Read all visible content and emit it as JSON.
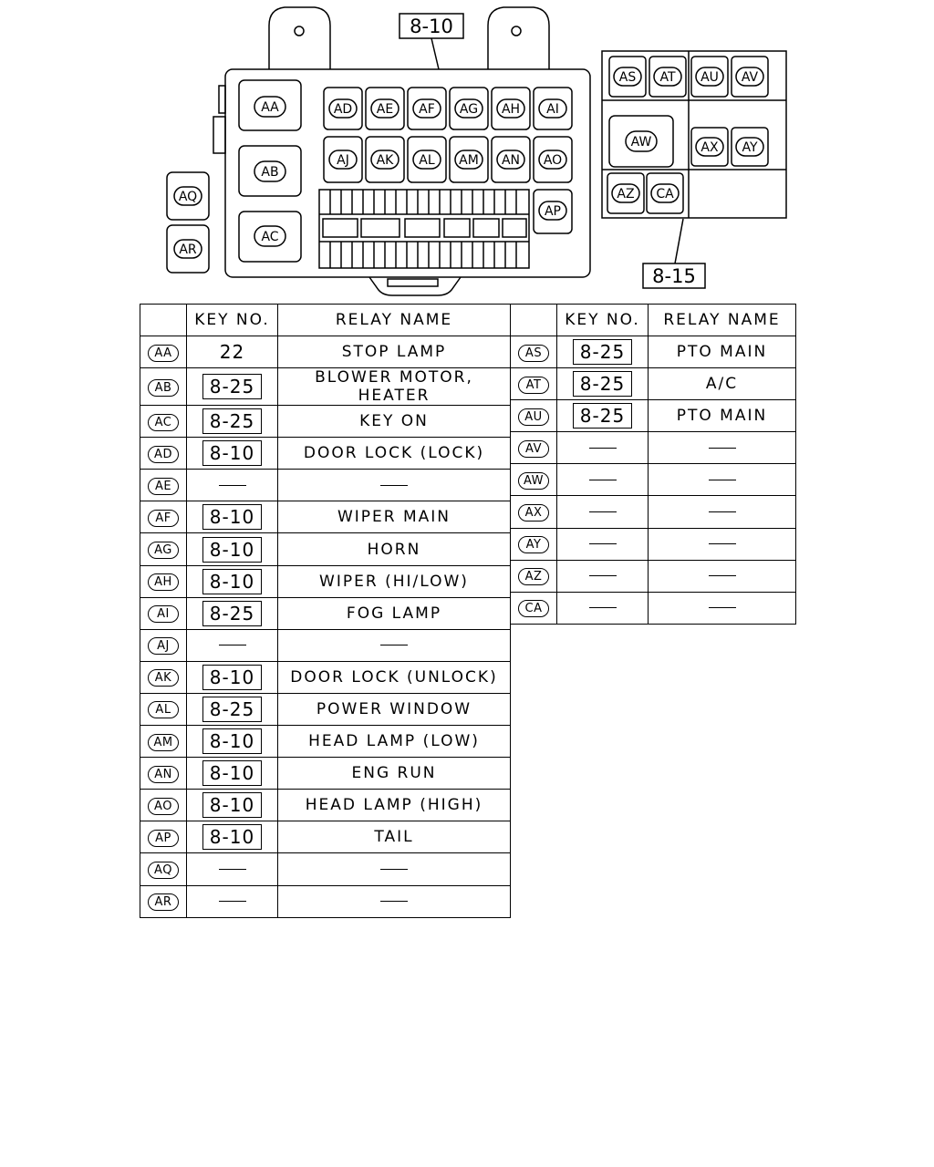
{
  "callouts": {
    "main_box_ref": "8-10",
    "sub_box_ref": "8-15"
  },
  "main_box_labels": [
    "AA",
    "AB",
    "AC",
    "AD",
    "AE",
    "AF",
    "AG",
    "AH",
    "AI",
    "AJ",
    "AK",
    "AL",
    "AM",
    "AN",
    "AO",
    "AP",
    "AQ",
    "AR"
  ],
  "sub_box_labels": [
    "AS",
    "AT",
    "AU",
    "AV",
    "AW",
    "AX",
    "AY",
    "AZ",
    "CA"
  ],
  "table_headers": {
    "key_no": "KEY NO.",
    "relay_name": "RELAY NAME"
  },
  "left_table": [
    {
      "id": "AA",
      "key": "22",
      "key_boxed": false,
      "relay": "STOP LAMP"
    },
    {
      "id": "AB",
      "key": "8-25",
      "key_boxed": true,
      "relay": "BLOWER MOTOR, HEATER"
    },
    {
      "id": "AC",
      "key": "8-25",
      "key_boxed": true,
      "relay": "KEY ON"
    },
    {
      "id": "AD",
      "key": "8-10",
      "key_boxed": true,
      "relay": "DOOR LOCK (LOCK)"
    },
    {
      "id": "AE",
      "key": null,
      "key_boxed": false,
      "relay": null
    },
    {
      "id": "AF",
      "key": "8-10",
      "key_boxed": true,
      "relay": "WIPER MAIN"
    },
    {
      "id": "AG",
      "key": "8-10",
      "key_boxed": true,
      "relay": "HORN"
    },
    {
      "id": "AH",
      "key": "8-10",
      "key_boxed": true,
      "relay": "WIPER (HI/LOW)"
    },
    {
      "id": "AI",
      "key": "8-25",
      "key_boxed": true,
      "relay": "FOG LAMP"
    },
    {
      "id": "AJ",
      "key": null,
      "key_boxed": false,
      "relay": null
    },
    {
      "id": "AK",
      "key": "8-10",
      "key_boxed": true,
      "relay": "DOOR LOCK (UNLOCK)"
    },
    {
      "id": "AL",
      "key": "8-25",
      "key_boxed": true,
      "relay": "POWER WINDOW"
    },
    {
      "id": "AM",
      "key": "8-10",
      "key_boxed": true,
      "relay": "HEAD LAMP (LOW)"
    },
    {
      "id": "AN",
      "key": "8-10",
      "key_boxed": true,
      "relay": "ENG RUN"
    },
    {
      "id": "AO",
      "key": "8-10",
      "key_boxed": true,
      "relay": "HEAD LAMP (HIGH)"
    },
    {
      "id": "AP",
      "key": "8-10",
      "key_boxed": true,
      "relay": "TAIL"
    },
    {
      "id": "AQ",
      "key": null,
      "key_boxed": false,
      "relay": null
    },
    {
      "id": "AR",
      "key": null,
      "key_boxed": false,
      "relay": null
    }
  ],
  "right_table": [
    {
      "id": "AS",
      "key": "8-25",
      "key_boxed": true,
      "relay": "PTO MAIN"
    },
    {
      "id": "AT",
      "key": "8-25",
      "key_boxed": true,
      "relay": "A/C"
    },
    {
      "id": "AU",
      "key": "8-25",
      "key_boxed": true,
      "relay": "PTO MAIN"
    },
    {
      "id": "AV",
      "key": null,
      "key_boxed": false,
      "relay": null
    },
    {
      "id": "AW",
      "key": null,
      "key_boxed": false,
      "relay": null
    },
    {
      "id": "AX",
      "key": null,
      "key_boxed": false,
      "relay": null
    },
    {
      "id": "AY",
      "key": null,
      "key_boxed": false,
      "relay": null
    },
    {
      "id": "AZ",
      "key": null,
      "key_boxed": false,
      "relay": null
    },
    {
      "id": "CA",
      "key": null,
      "key_boxed": false,
      "relay": null
    }
  ]
}
